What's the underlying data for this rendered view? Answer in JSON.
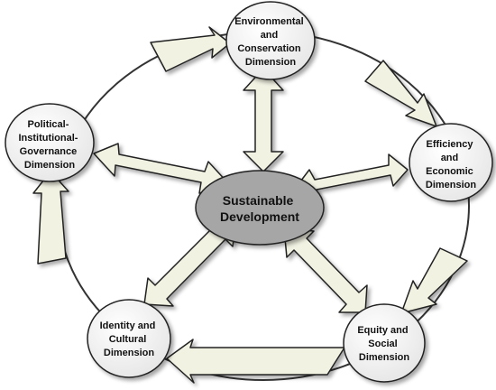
{
  "diagram": {
    "center": {
      "label_lines": [
        "Sustainable",
        "Development"
      ]
    },
    "nodes": [
      {
        "id": "environmental",
        "label_lines": [
          "Environmental",
          "and",
          "Conservation",
          "Dimension"
        ]
      },
      {
        "id": "efficiency",
        "label_lines": [
          "Efficiency",
          "and",
          "Economic",
          "Dimension"
        ]
      },
      {
        "id": "equity",
        "label_lines": [
          "Equity and",
          "Social",
          "Dimension"
        ]
      },
      {
        "id": "identity",
        "label_lines": [
          "Identity and",
          "Cultural",
          "Dimension"
        ]
      },
      {
        "id": "political",
        "label_lines": [
          "Political-",
          "Institutional-",
          "Governance",
          "Dimension"
        ]
      }
    ],
    "colors": {
      "arrow_fill": "#f2f2e3",
      "stroke": "#222222",
      "node_fill": "#f4f4f4",
      "center_fill": "#a6a6a6",
      "ring": "#333333"
    }
  }
}
